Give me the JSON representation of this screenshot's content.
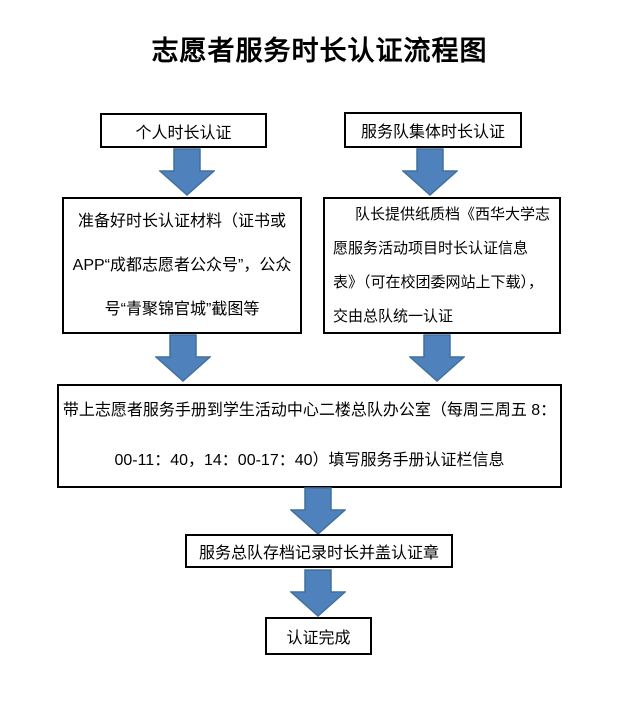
{
  "title": "志愿者服务时长认证流程图",
  "colors": {
    "arrow_fill": "#4f81bd",
    "arrow_stroke": "#41719c",
    "box_border": "#000000",
    "text": "#000000",
    "background": "#ffffff"
  },
  "flow": {
    "left_branch": {
      "start_label": "个人时长认证",
      "prepare": {
        "lines": [
          "准备好时长认证材料（证书或",
          "APP“成都志愿者公众号”，公众",
          "号“青聚锦官城”截图等"
        ]
      }
    },
    "right_branch": {
      "start_label": "服务队集体时长认证",
      "leader_form": {
        "lines": [
          "队长提供纸质档《西华大学志",
          "愿服务活动项目时长认证信息",
          "表》（可在校团委网站上下载），",
          "交由总队统一认证"
        ]
      }
    },
    "merge_step": {
      "lines": [
        "带上志愿者服务手册到学生活动中心二楼总队办公室（每周三周五 8：",
        "00-11：40，14：00-17：40）填写服务手册认证栏信息"
      ]
    },
    "archive_step_label": "服务总队存档记录时长并盖认证章",
    "final_step_label": "认证完成"
  }
}
